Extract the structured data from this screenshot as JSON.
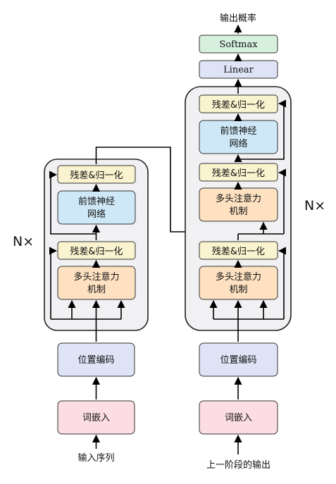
{
  "output_label": "输出概率",
  "softmax_label": "Softmax",
  "linear_label": "Linear",
  "encoder": {
    "repeat_label": "N×",
    "add_norm_label": "残差&归一化",
    "ffn_label_1": "前馈神经",
    "ffn_label_2": "网络",
    "attn_label_1": "多头注意力",
    "attn_label_2": "机制",
    "posenc_label": "位置编码",
    "embed_label": "词嵌入",
    "input_label": "输入序列"
  },
  "decoder": {
    "repeat_label": "N×",
    "add_norm_label": "残差&归一化",
    "ffn_label_1": "前馈神经",
    "ffn_label_2": "网络",
    "attn_label_1": "多头注意力",
    "attn_label_2": "机制",
    "posenc_label": "位置编码",
    "embed_label": "词嵌入",
    "input_label": "上一阶段的输出"
  },
  "colors": {
    "add_norm": "#faf3cf",
    "ffn": "#cfe8f7",
    "attention": "#fde1c1",
    "posenc": "#dfe3f6",
    "embed": "#fbdde3",
    "linear": "#dfe3f6",
    "softmax": "#d6f0dd"
  }
}
